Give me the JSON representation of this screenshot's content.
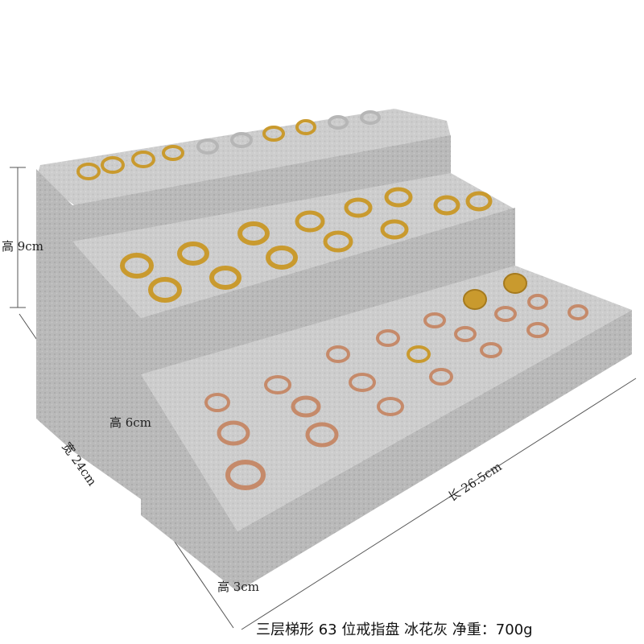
{
  "labels": {
    "height_top": "高 9cm",
    "height_middle": "高 6cm",
    "height_bottom": "高 3cm",
    "width": "宽 24cm",
    "length": "长 26.5cm"
  },
  "caption": "三层梯形 63 位戒指盘  冰花灰  净重：700g",
  "colors": {
    "velvet_top": "#cfcfcf",
    "velvet_side": "#bdbdbd",
    "velvet_dark": "#a9a9a9",
    "gold_ring": "#c99a2e",
    "silver_ring": "#cfcfcf",
    "rose_ring": "#c58a6a",
    "dimension_line": "#555555"
  },
  "icons": {
    "top_tier_rings": "gold-silver-rings-icon",
    "middle_tier_rings": "gold-rings-icon",
    "bottom_tier_rings": "rose-gold-rings-icon"
  }
}
